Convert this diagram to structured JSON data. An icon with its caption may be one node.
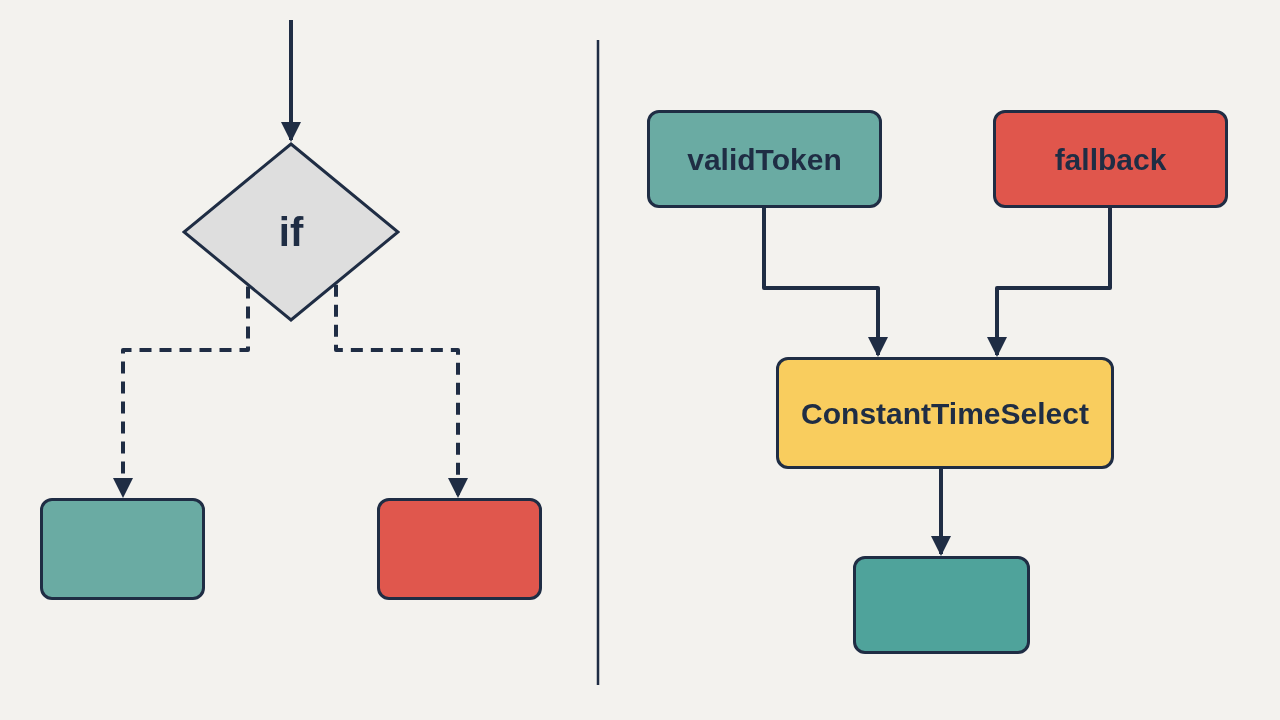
{
  "diagram": {
    "nodes": [
      {
        "text": [
          "if"
        ]
      },
      {
        "text": [],
        "shape": "box"
      },
      {
        "text": [],
        "shape": "box"
      },
      {
        "text": [
          "validToken"
        ]
      },
      {
        "text": [
          "fallback"
        ]
      },
      {
        "text": [
          "ConstantTimeSelect"
        ]
      },
      {
        "text": [],
        "shape": "box"
      }
    ],
    "edges": [
      {
        "from": null,
        "to": 0,
        "arrow": "to"
      },
      {
        "from": 0,
        "to": 1,
        "arrow": "to",
        "style": "dashed"
      },
      {
        "from": 0,
        "to": 2,
        "arrow": "to",
        "style": "dashed"
      },
      {
        "from": 3,
        "to": 5,
        "arrow": "to"
      },
      {
        "from": 4,
        "to": 5,
        "arrow": "to"
      },
      {
        "from": 5,
        "to": 6,
        "arrow": "to"
      }
    ]
  }
}
